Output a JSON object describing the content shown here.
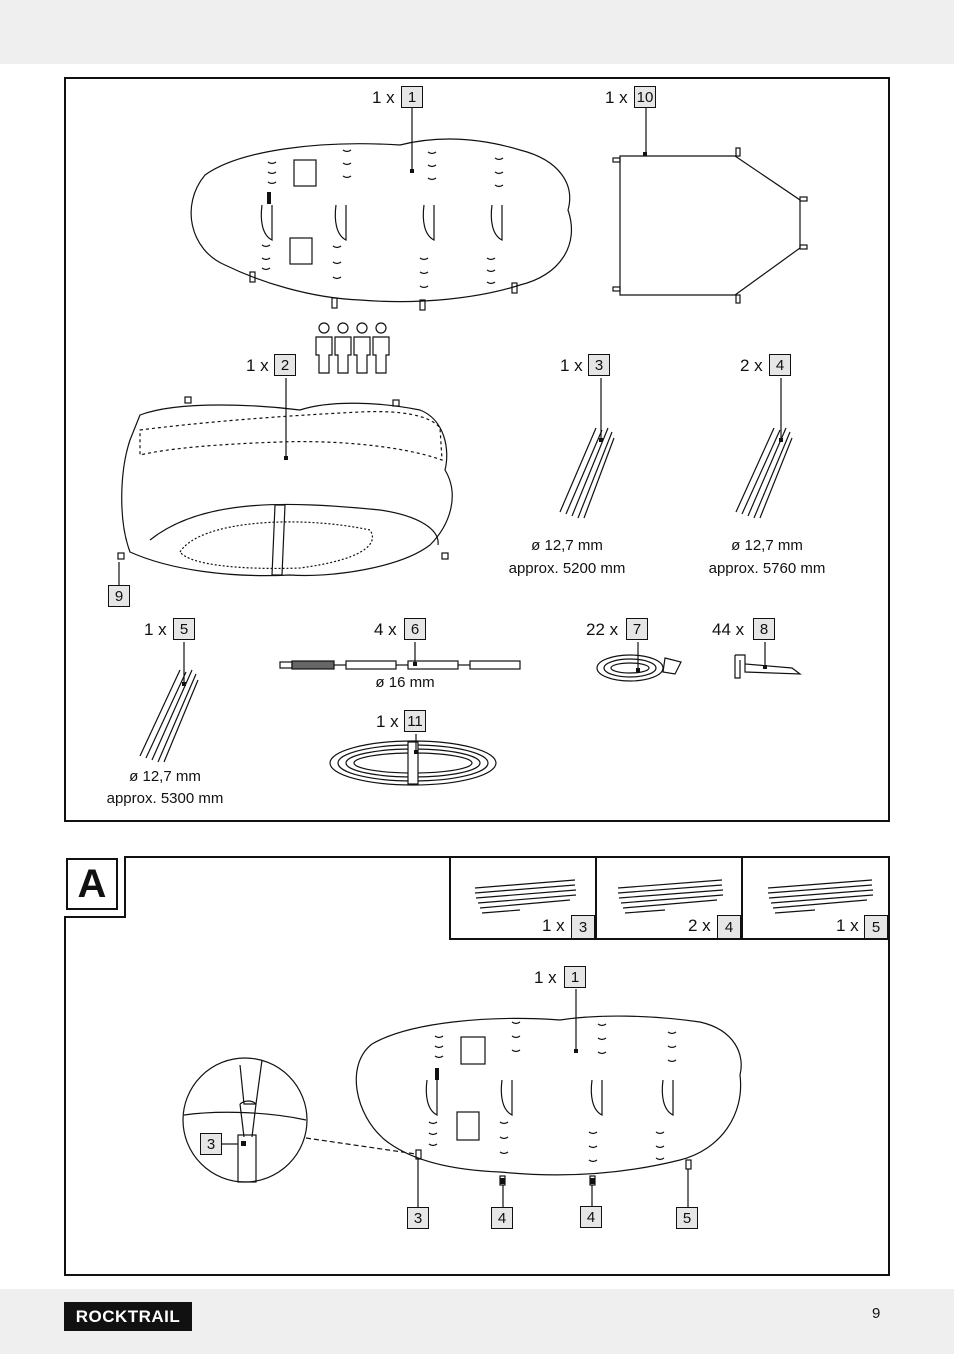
{
  "brand": "ROCKTRAIL",
  "page_number": "9",
  "section_label": "A",
  "parts": [
    {
      "qty": "1 x",
      "num": "1"
    },
    {
      "qty": "1 x",
      "num": "10"
    },
    {
      "qty": "1 x",
      "num": "2"
    },
    {
      "qty": "1 x",
      "num": "3"
    },
    {
      "qty": "2 x",
      "num": "4"
    },
    {
      "qty": "1 x",
      "num": "5"
    },
    {
      "qty": "4 x",
      "num": "6"
    },
    {
      "qty": "22 x",
      "num": "7"
    },
    {
      "qty": "44 x",
      "num": "8"
    },
    {
      "qty": "1 x",
      "num": "11"
    }
  ],
  "label_9": "9",
  "dims": {
    "p3_diam": "ø 12,7 mm",
    "p3_len": "approx. 5200 mm",
    "p4_diam": "ø 12,7 mm",
    "p4_len": "approx. 5760 mm",
    "p5_diam": "ø 12,7 mm",
    "p5_len": "approx. 5300 mm",
    "p6_diam": "ø 16 mm"
  },
  "sectionA": {
    "poles": [
      {
        "qty": "1 x",
        "num": "3"
      },
      {
        "qty": "2 x",
        "num": "4"
      },
      {
        "qty": "1 x",
        "num": "5"
      }
    ],
    "tent": {
      "qty": "1 x",
      "num": "1"
    },
    "detail_num": "3",
    "bottom_nums": [
      "3",
      "4",
      "4",
      "5"
    ]
  }
}
